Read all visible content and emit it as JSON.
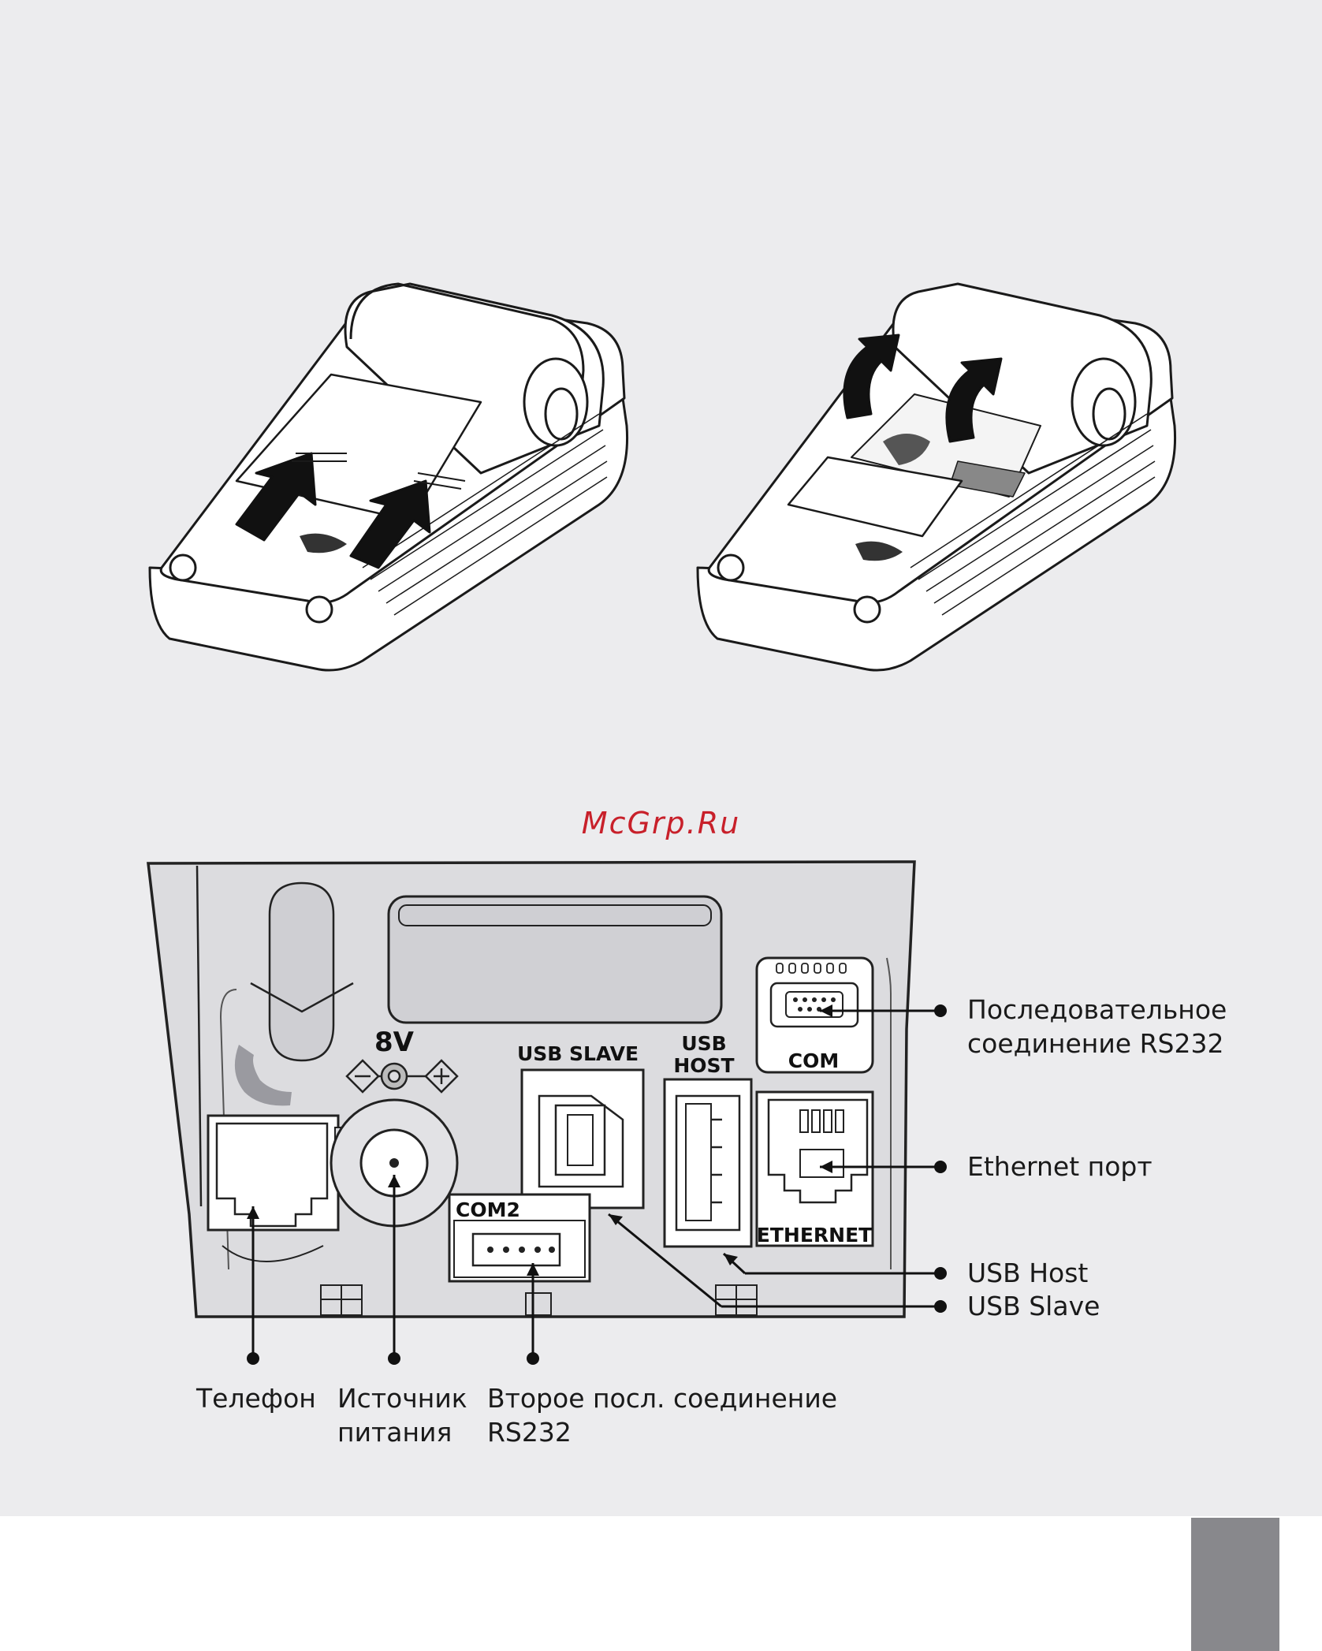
{
  "watermark": "McGrp.Ru",
  "device_labels": {
    "voltage": "8V",
    "usb_slave": "USB SLAVE",
    "usb_host_line1": "USB",
    "usb_host_line2": "HOST",
    "com": "COM",
    "com2": "COM2",
    "ethernet": "ETHERNET"
  },
  "callouts": {
    "rs232_line1": "Последовательное",
    "rs232_line2": "соединение RS232",
    "ethernet": "Ethernet порт",
    "usb_host": "USB Host",
    "usb_slave": "USB Slave",
    "phone": "Телефон",
    "power_line1": "Источник",
    "power_line2": "питания",
    "com2_line1": "Второе посл. соединение",
    "com2_line2": "RS232"
  }
}
